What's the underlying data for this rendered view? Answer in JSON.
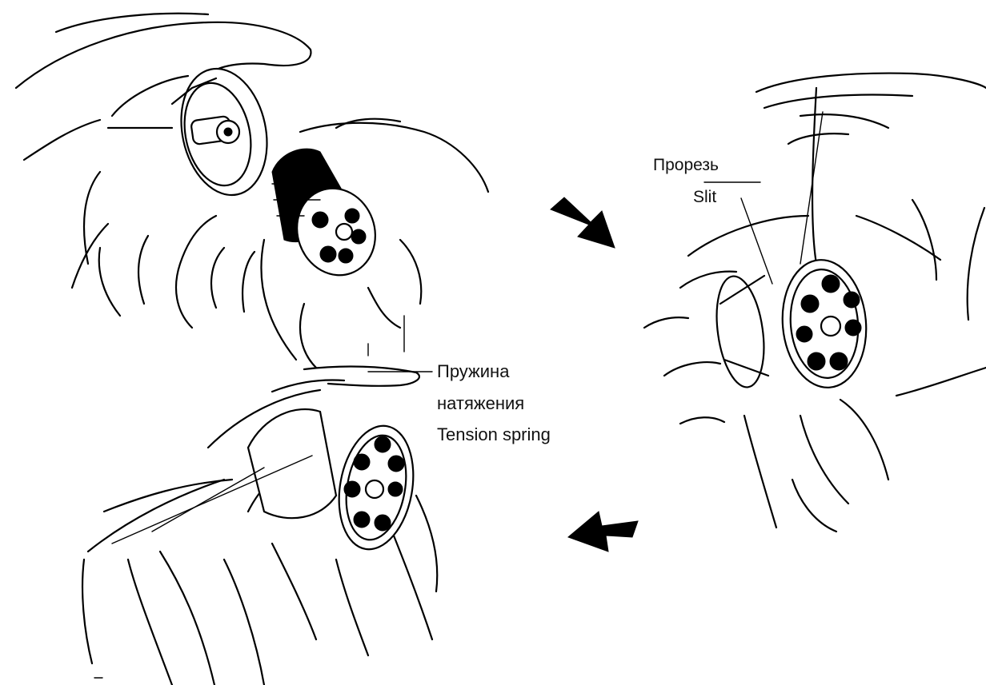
{
  "labels": {
    "slit_ru": "Прорезь",
    "slit_en": "Slit",
    "spring_ru_1": "Пружина",
    "spring_ru_2": "натяжения",
    "spring_en": "Tension spring"
  },
  "arrows": [
    {
      "name": "arrow-step-1-to-2",
      "direction": "down-right"
    },
    {
      "name": "arrow-step-2-to-3",
      "direction": "down-left"
    }
  ],
  "colors": {
    "ink": "#000000",
    "paper": "#ffffff"
  }
}
